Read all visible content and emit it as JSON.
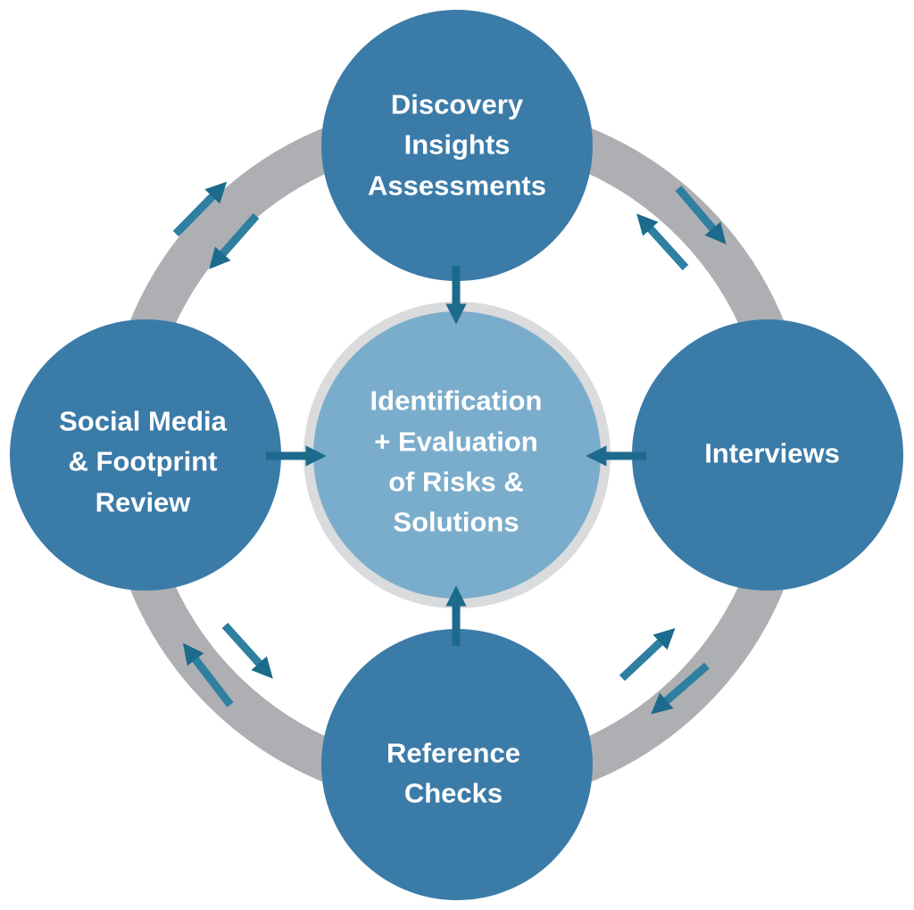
{
  "colors": {
    "node_fill": "#3b7ba8",
    "center_fill": "#7aadcb",
    "center_ring": "#dadbdd",
    "cycle_ring": "#aeafb2",
    "arrow": "#1c6a8c",
    "text": "#ffffff"
  },
  "center": {
    "lines": [
      "Identification",
      "+ Evaluation",
      "of Risks &",
      "Solutions"
    ]
  },
  "nodes": [
    {
      "id": "discovery",
      "lines": [
        "Discovery",
        "Insights",
        "Assessments"
      ]
    },
    {
      "id": "interviews",
      "lines": [
        "Interviews"
      ]
    },
    {
      "id": "reference",
      "lines": [
        "Reference",
        "Checks"
      ]
    },
    {
      "id": "social",
      "lines": [
        "Social Media",
        "& Footprint",
        "Review"
      ]
    }
  ]
}
